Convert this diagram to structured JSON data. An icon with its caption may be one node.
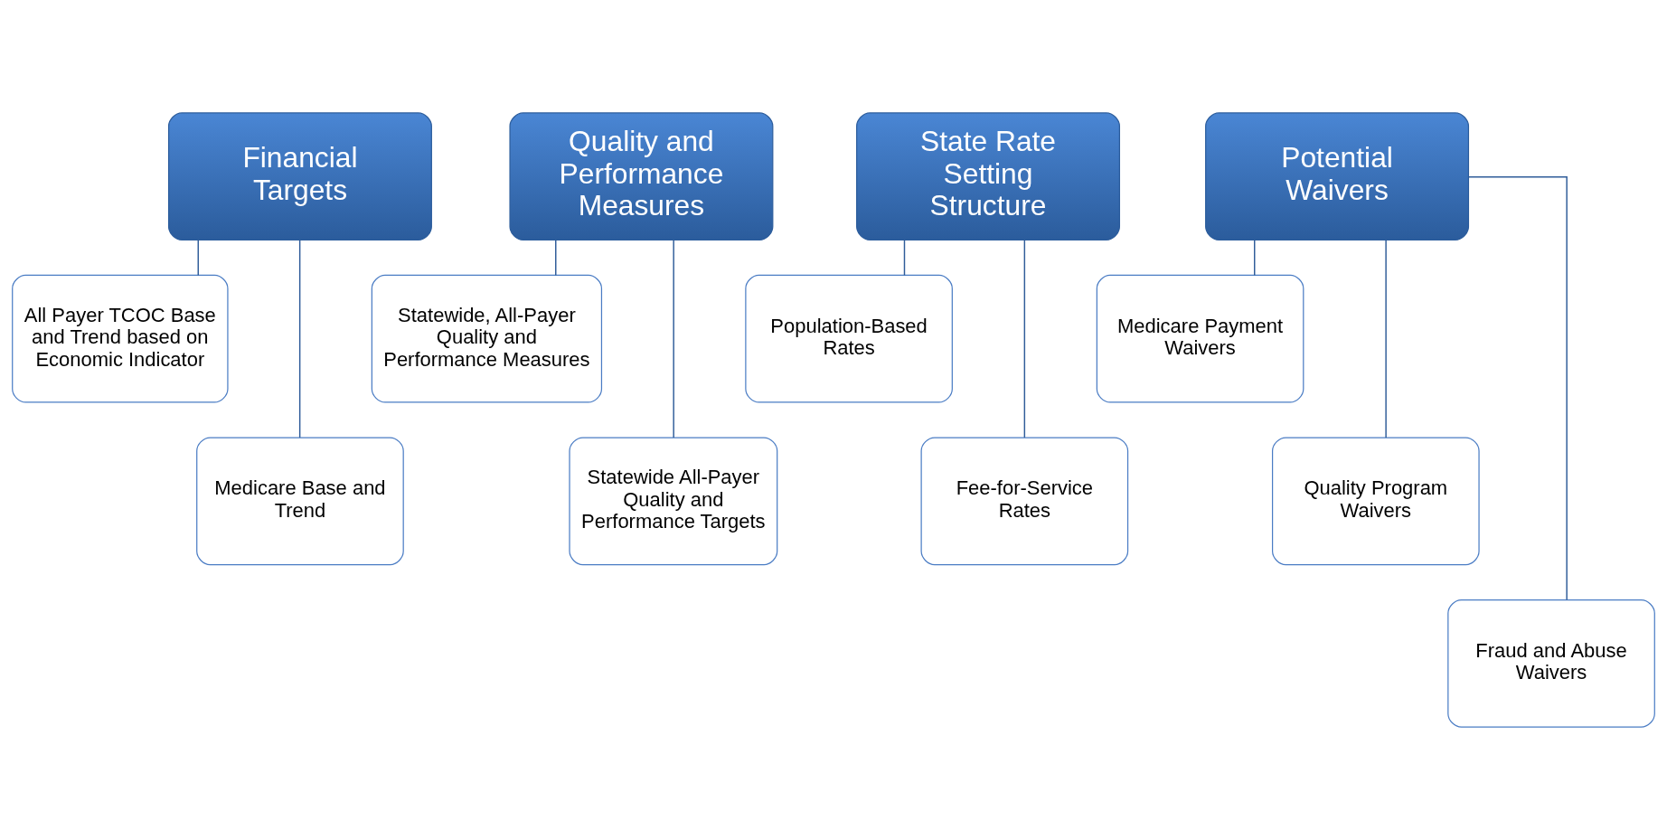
{
  "diagram": {
    "nodes": [
      {
        "text": [
          "Financial Targets"
        ]
      },
      {
        "text": [
          "All Payer TCOC Base and Trend based on Economic Indicator"
        ]
      },
      {
        "text": [
          "Medicare Base and Trend"
        ]
      },
      {
        "text": [
          "Quality and Performance Measures"
        ]
      },
      {
        "text": [
          "Statewide, All-Payer Quality and Performance Measures"
        ]
      },
      {
        "text": [
          "Statewide All-Payer Quality and Performance Targets"
        ]
      },
      {
        "text": [
          "State Rate Setting Structure"
        ]
      },
      {
        "text": [
          "Population-Based Rates"
        ]
      },
      {
        "text": [
          "Fee-for-Service Rates"
        ]
      },
      {
        "text": [
          "Potential Waivers"
        ]
      },
      {
        "text": [
          "Medicare Payment Waivers"
        ]
      },
      {
        "text": [
          "Quality Program Waivers"
        ]
      },
      {
        "text": [
          "Fraud and Abuse Waivers"
        ]
      }
    ],
    "edges": [
      {
        "from": 0,
        "to": 1,
        "arrow": "none"
      },
      {
        "from": 0,
        "to": 2,
        "arrow": "none"
      },
      {
        "from": 3,
        "to": 4,
        "arrow": "none"
      },
      {
        "from": 3,
        "to": 5,
        "arrow": "none"
      },
      {
        "from": 6,
        "to": 7,
        "arrow": "none"
      },
      {
        "from": 6,
        "to": 8,
        "arrow": "none"
      },
      {
        "from": 9,
        "to": 10,
        "arrow": "none"
      },
      {
        "from": 9,
        "to": 11,
        "arrow": "none"
      },
      {
        "from": 9,
        "to": 12,
        "arrow": "none"
      }
    ]
  }
}
